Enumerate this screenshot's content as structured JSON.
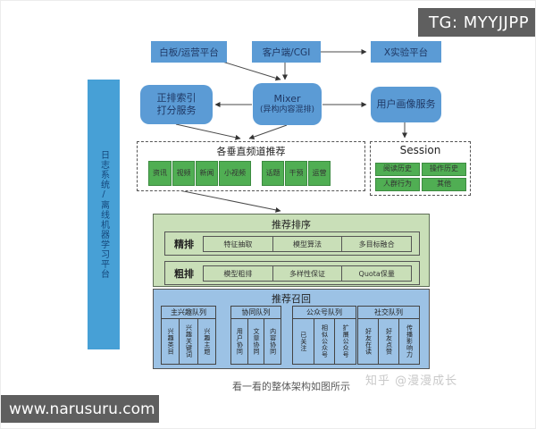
{
  "overlays": {
    "tg_badge": "TG: MYYJJPP",
    "url_badge": "www.narusuru.com"
  },
  "left_bar": {
    "label": "日志系统/离线机器学习平台"
  },
  "top_row": {
    "whiteboard": "白板/运营平台",
    "client": "客户端/CGI",
    "xlab": "X实验平台"
  },
  "mid_row": {
    "index_line1": "正排索引",
    "index_line2": "打分服务",
    "mixer_line1": "Mixer",
    "mixer_line2": "(异构内容混排)",
    "profile": "用户画像服务"
  },
  "channels": {
    "title": "各垂直频道推荐",
    "group1": [
      "资讯",
      "视频",
      "新闻",
      "小视频"
    ],
    "group2": [
      "话题",
      "干预",
      "运营"
    ]
  },
  "session": {
    "title": "Session",
    "cells": [
      "阅读历史",
      "操作历史",
      "人群行为",
      "其他"
    ]
  },
  "ranking": {
    "title": "推荐排序",
    "rows": [
      {
        "label": "精排",
        "cells": [
          "特征抽取",
          "模型算法",
          "多目标融合"
        ]
      },
      {
        "label": "粗排",
        "cells": [
          "模型粗排",
          "多样性保证",
          "Quota保量"
        ]
      }
    ]
  },
  "recall": {
    "title": "推荐召回",
    "groups": [
      {
        "header": "主兴趣队列",
        "cols": [
          "兴趣类目",
          "兴趣关键词",
          "兴趣主题"
        ]
      },
      {
        "header": "协同队列",
        "cols": [
          "用户协同",
          "文章协同",
          "内容协同"
        ]
      },
      {
        "header": "公众号队列",
        "cols": [
          "已关注",
          "相似公众号",
          "扩展公众号"
        ]
      },
      {
        "header": "社交队列",
        "cols": [
          "好友在读",
          "好友点赞",
          "传播影响力"
        ]
      }
    ]
  },
  "caption": "看一看的整体架构如图所示",
  "watermark": "知乎 @漫漫成长",
  "colors": {
    "box_blue": "#5b9bd5",
    "bar_blue": "#47a0d6",
    "cell_green": "#50ae53",
    "ranking_bg": "#c9dfb8",
    "recall_bg": "#9cc2e5",
    "badge_gray": "#5f5f5f"
  }
}
